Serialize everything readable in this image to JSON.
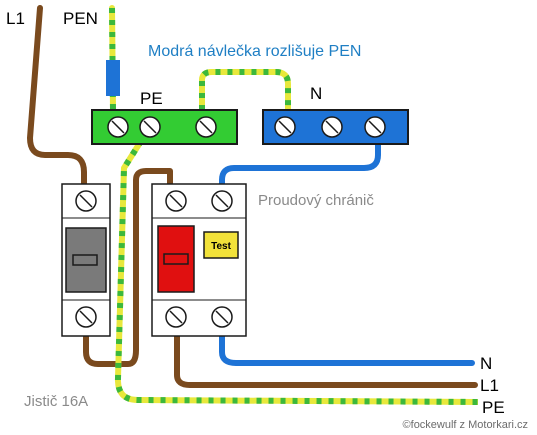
{
  "labels": {
    "l1_top": "L1",
    "pen_top": "PEN",
    "blue_sleeve_note": "Modrá návlečka rozlišuje PEN",
    "pe_bus": "PE",
    "n_bus": "N",
    "rcd": "Proudový chránič",
    "test_button": "Test",
    "breaker": "Jistič 16A",
    "out_n": "N",
    "out_l1": "L1",
    "out_pe": "PE",
    "copyright": "©fockewulf z Motorkari.cz"
  },
  "colors": {
    "phase_wire": "#7a4a1e",
    "neutral_wire": "#1e73d6",
    "pe_wire_base": "#e8e83c",
    "pe_wire_stripe": "#3cb83c",
    "pe_bus": "#33cc33",
    "n_bus": "#1e73d6",
    "rcd_lever": "#e01010",
    "breaker_lever": "#7a7a7a",
    "test_button": "#f2e23a",
    "blue_sleeve": "#1e73d6",
    "note_text": "#1f7fc4"
  }
}
